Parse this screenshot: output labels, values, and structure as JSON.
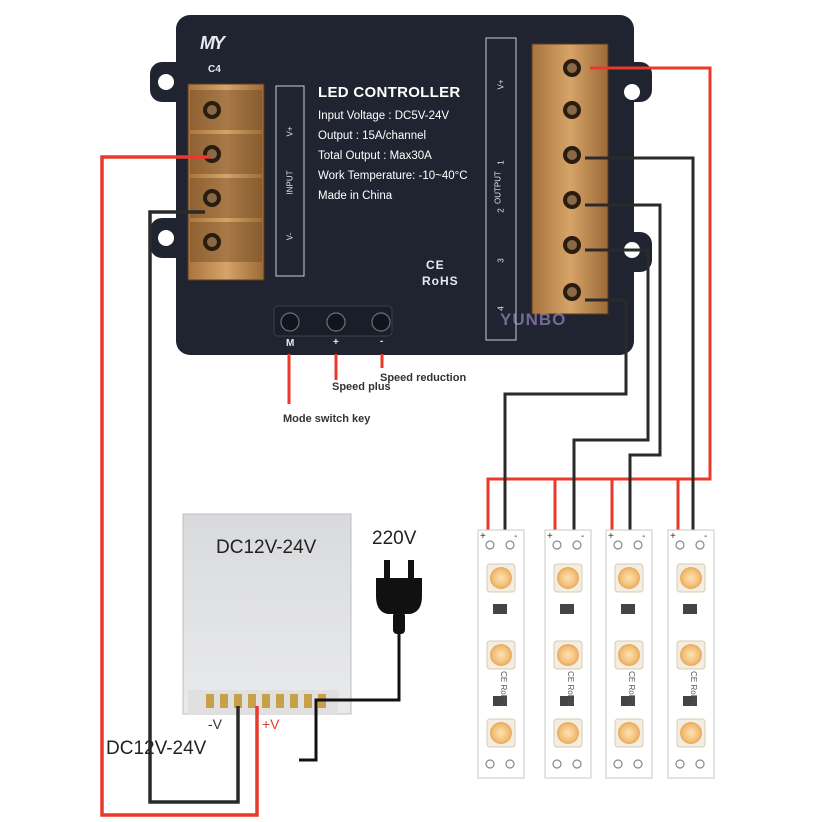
{
  "controller": {
    "brand": "MY",
    "model": "C4",
    "title": "LED CONTROLLER",
    "specs": [
      "Input Voltage : DC5V-24V",
      "Output : 15A/channel",
      "Total Output : Max30A",
      "Work Temperature: -10~40°C",
      "Made in China"
    ],
    "input_label": "INPUT",
    "input_terminals": [
      "V+",
      "V-"
    ],
    "output_label": "OUTPUT",
    "output_terminals": [
      "V+",
      "1",
      "2",
      "3",
      "4"
    ],
    "cert_ce": "CE",
    "cert_rohs": "RoHS",
    "buttons": [
      "M",
      "+",
      "-"
    ],
    "watermark": "YUNBO"
  },
  "annotations": {
    "mode_key": "Mode switch key",
    "speed_plus": "Speed plus",
    "speed_reduction": "Speed reduction"
  },
  "power_supply": {
    "label": "DC12V-24V",
    "neg_label": "-V",
    "pos_label": "+V",
    "supply_voltage_label": "DC12V-24V"
  },
  "mains": {
    "label": "220V"
  },
  "strips": {
    "count": 4,
    "polarity": [
      "+",
      "-"
    ],
    "marking": "CE RoHS"
  },
  "colors": {
    "controller_body": "#1f2430",
    "terminal_block": "#c9955a",
    "wire_positive": "#e8392a",
    "wire_negative": "#2a2a2a",
    "strip_board": "#ffffff",
    "led_chip": "#f6c98a"
  }
}
